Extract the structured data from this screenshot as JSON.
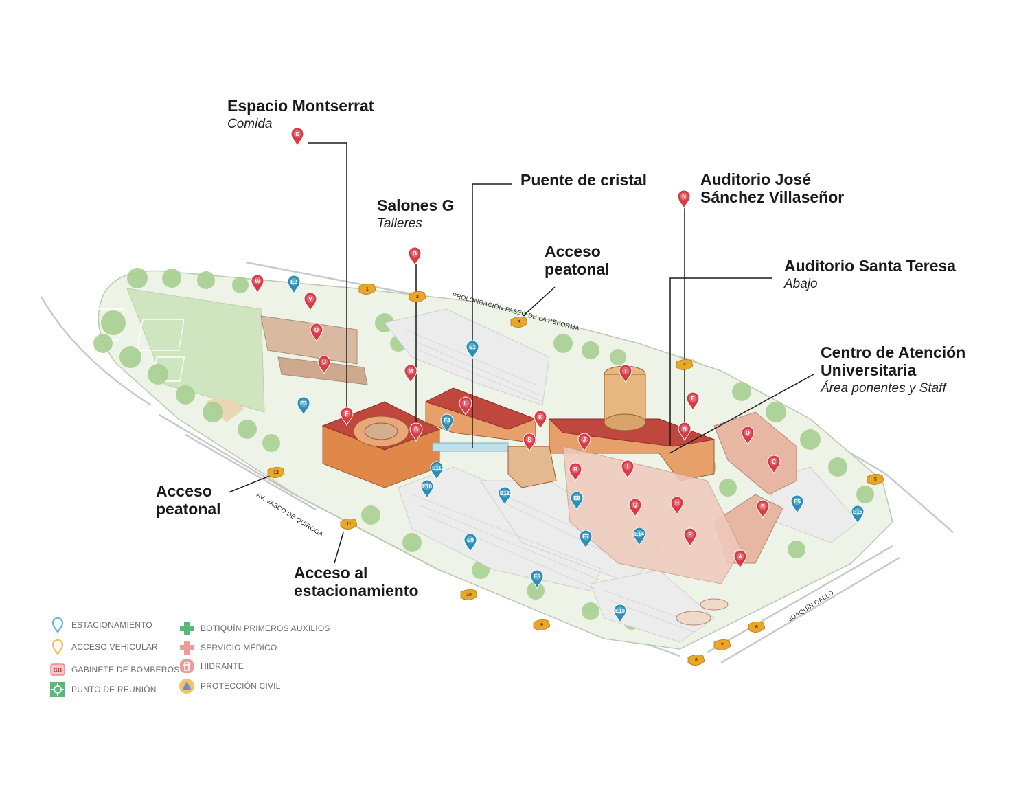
{
  "callouts": [
    {
      "id": "montserrat",
      "title": "Espacio Montserrat",
      "subtitle": "Comida"
    },
    {
      "id": "puente",
      "title": "Puente de cristal",
      "subtitle": ""
    },
    {
      "id": "salones",
      "title": "Salones G",
      "subtitle": "Talleres"
    },
    {
      "id": "auditorio-jose",
      "title": "Auditorio José\nSánchez Villaseñor",
      "subtitle": ""
    },
    {
      "id": "acceso-peatonal-top",
      "title": "Acceso\npeatonal",
      "subtitle": ""
    },
    {
      "id": "santa-teresa",
      "title": "Auditorio Santa Teresa",
      "subtitle": "Abajo"
    },
    {
      "id": "centro",
      "title": "Centro de Atención\nUniversitaria",
      "subtitle": "Área ponentes y Staff"
    },
    {
      "id": "acceso-peatonal-left",
      "title": "Acceso\npeatonal",
      "subtitle": ""
    },
    {
      "id": "acceso-estac",
      "title": "Acceso al\nestacionamiento",
      "subtitle": ""
    }
  ],
  "roads": {
    "reforma": "PROLONGACIÓN PASEO DE LA REFORMA",
    "vasco": "AV. VASCO DE QUIROGA",
    "gallo": "JOAQUÍN GALLO"
  },
  "building_pins": [
    "W",
    "V",
    "O",
    "U",
    "M",
    "F",
    "G",
    "L",
    "K",
    "S",
    "J",
    "T",
    "E",
    "N",
    "D",
    "C",
    "R",
    "I",
    "Q",
    "H",
    "B",
    "P",
    "A",
    "E",
    "G",
    "N"
  ],
  "parking_pins": [
    "E2",
    "E1",
    "E3",
    "E5",
    "E4",
    "E11",
    "E10",
    "E12",
    "E8",
    "E7",
    "E9",
    "E6",
    "E13",
    "E14",
    "E15"
  ],
  "access_points": [
    "1",
    "2",
    "3",
    "4",
    "5",
    "6",
    "7",
    "8",
    "9",
    "10",
    "11",
    "12"
  ],
  "legend": {
    "left": [
      {
        "icon": "parking-pin-icon",
        "label": "ESTACIONAMIENTO",
        "color": "#5bbcd6"
      },
      {
        "icon": "vehicle-access-pin-icon",
        "label": "ACCESO VEHICULAR",
        "color": "#f2c15a"
      },
      {
        "icon": "fire-cabinet-icon",
        "label": "GABINETE DE BOMBEROS",
        "icon_text": "GB",
        "color": "#e88a8a"
      },
      {
        "icon": "meeting-point-icon",
        "label": "PUNTO DE REUNIÓN",
        "color": "#5cb87a"
      }
    ],
    "right": [
      {
        "icon": "first-aid-cross-icon",
        "label": "BOTIQUÍN PRIMEROS AUXILIOS",
        "color": "#5cb87a"
      },
      {
        "icon": "medical-cross-icon",
        "label": "SERVICIO MÉDICO",
        "color": "#e88a8a"
      },
      {
        "icon": "hydrant-icon",
        "label": "HIDRANTE",
        "color": "#e88a8a"
      },
      {
        "icon": "civil-protection-icon",
        "label": "PROTECCIÓN CIVIL",
        "color": "#f2c15a"
      }
    ]
  },
  "colors": {
    "building_pin": "#d93a45",
    "parking_pin": "#2a8fb8",
    "access": "#e8a72a",
    "grass": "#dcebd0",
    "tree": "#9dc889",
    "building_red": "#c0473d",
    "building_orange": "#e0884a"
  }
}
